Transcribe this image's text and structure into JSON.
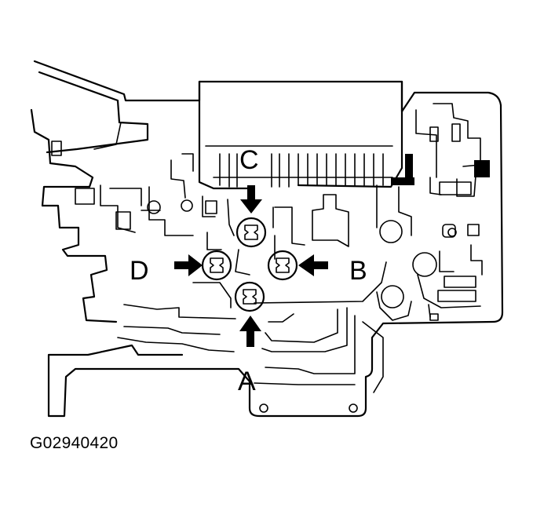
{
  "figure": {
    "id_code": "G02940420",
    "callouts": [
      {
        "key": "a",
        "label": "A"
      },
      {
        "key": "b",
        "label": "B"
      },
      {
        "key": "c",
        "label": "C"
      },
      {
        "key": "d",
        "label": "D"
      }
    ]
  }
}
